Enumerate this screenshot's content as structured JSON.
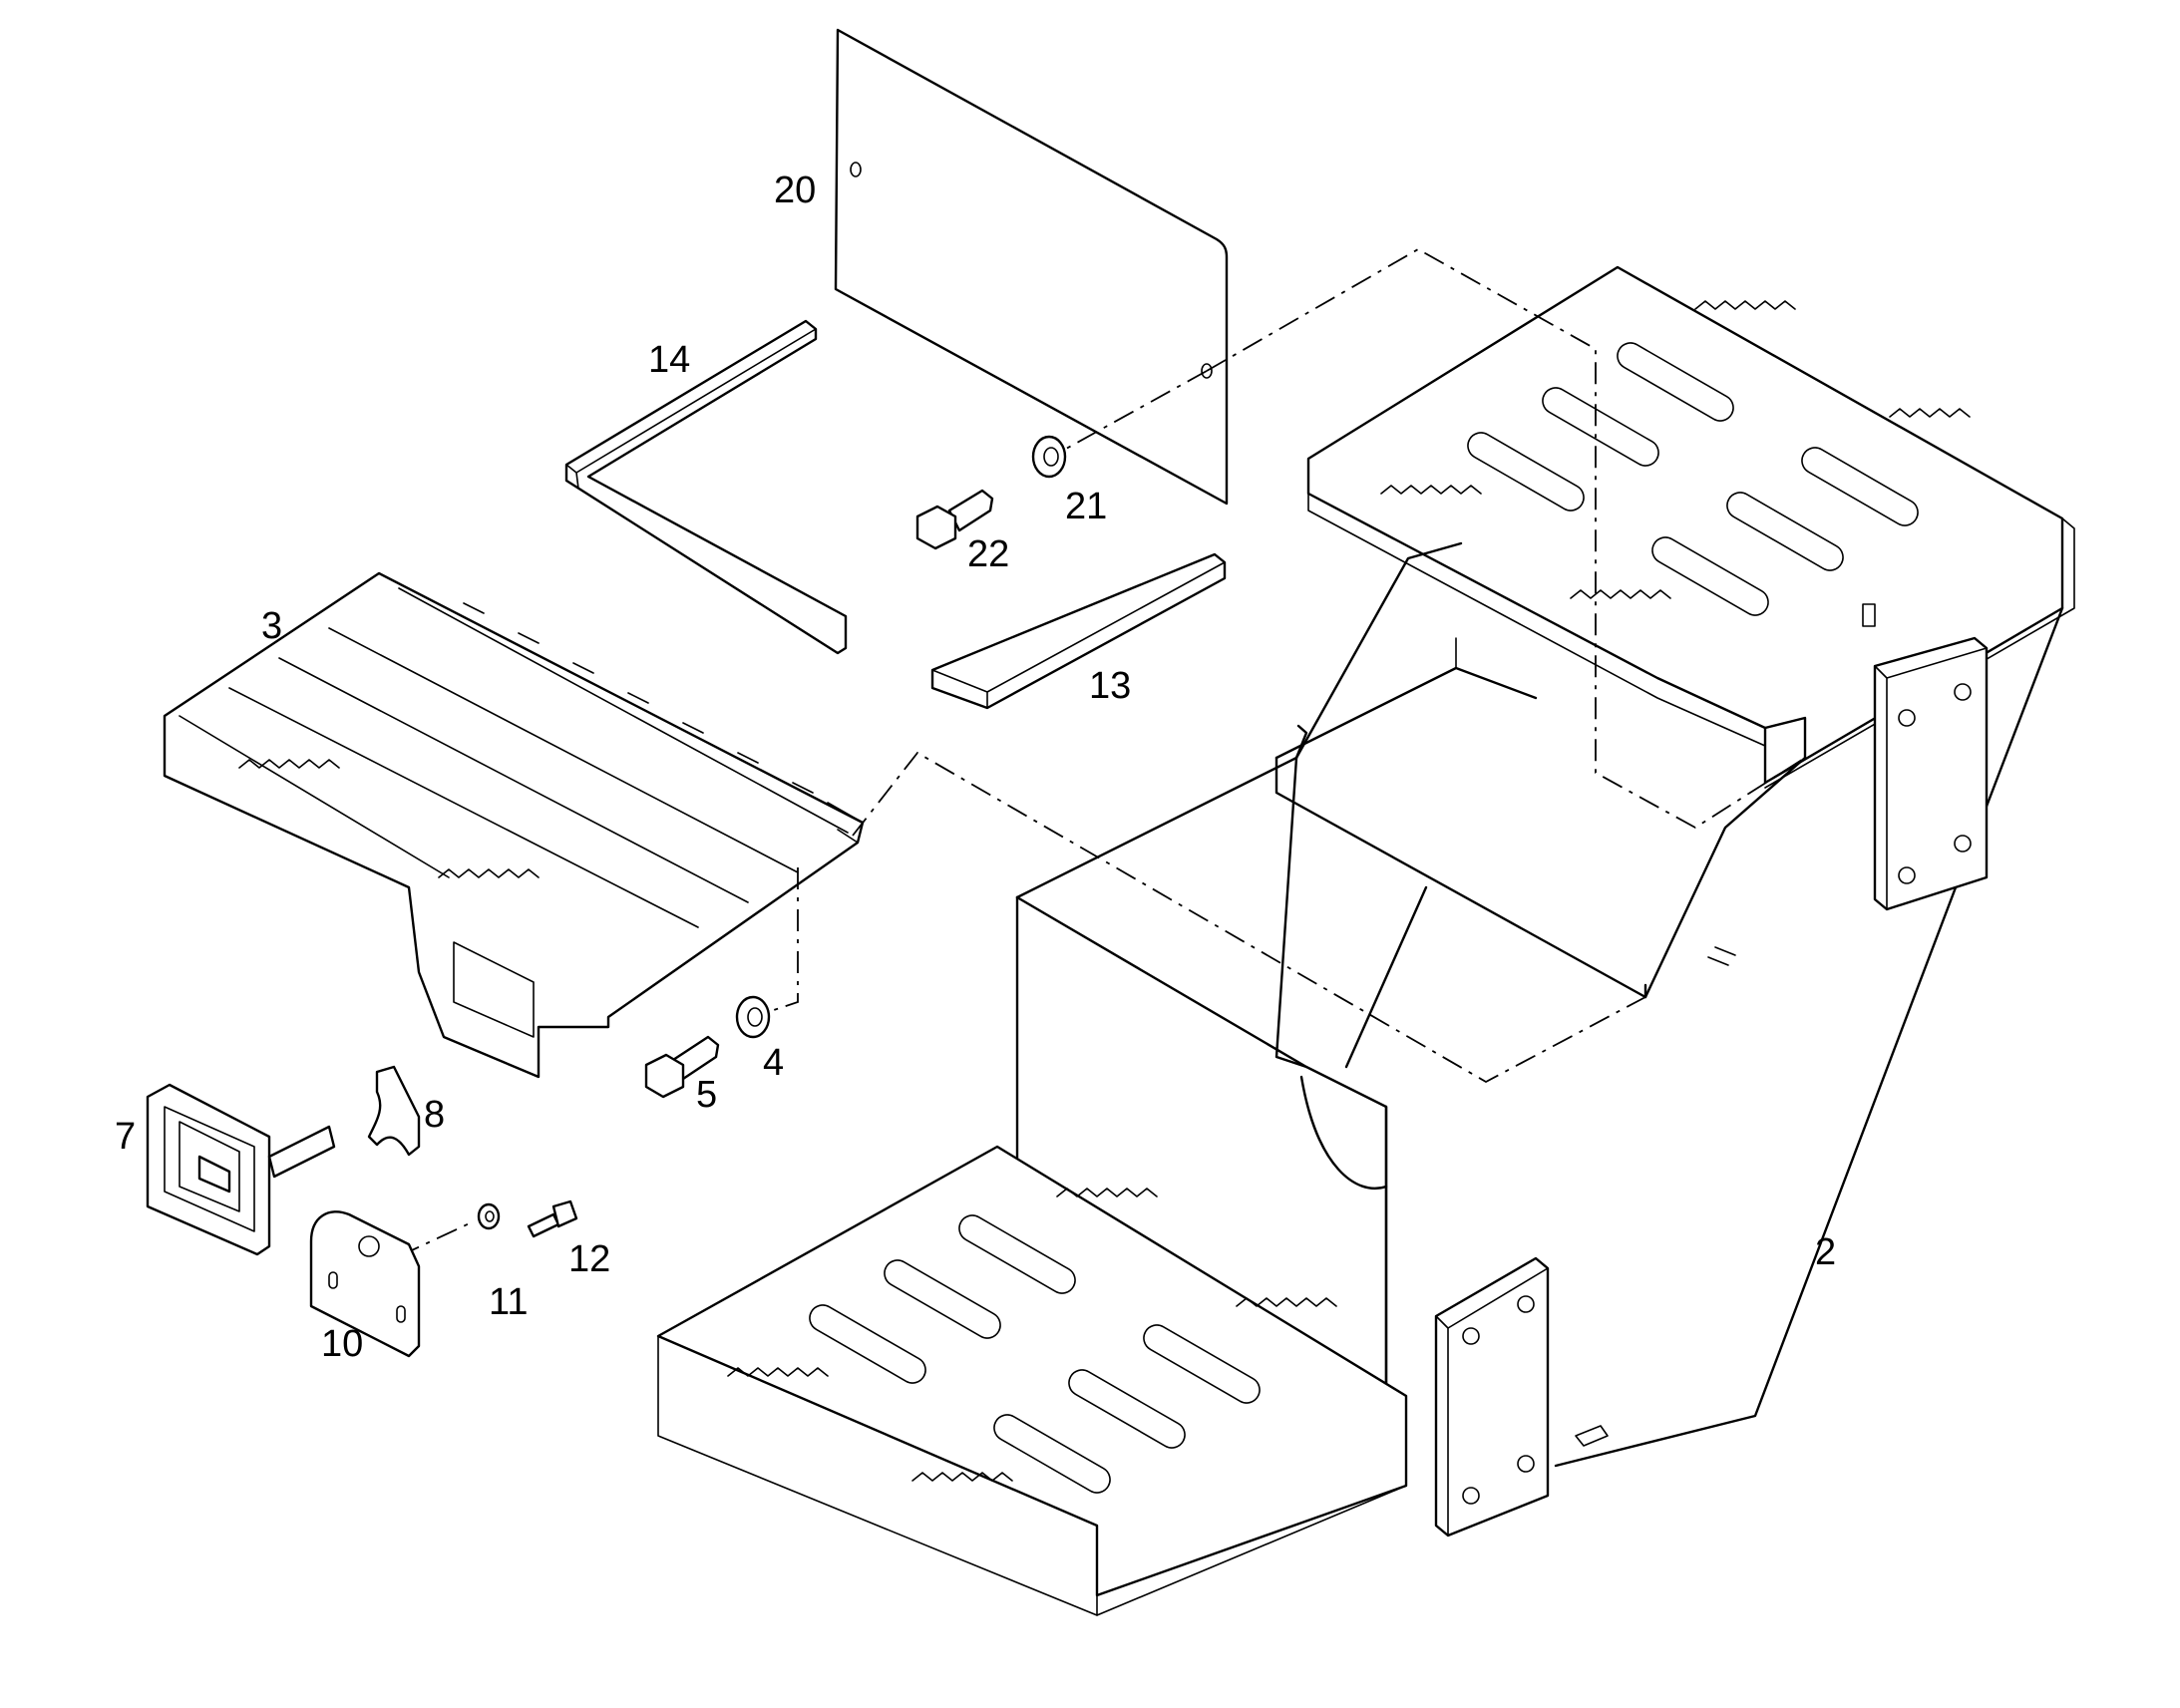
{
  "callouts": {
    "c2": "2",
    "c3": "3",
    "c4": "4",
    "c5": "5",
    "c7": "7",
    "c8": "8",
    "c10": "10",
    "c11": "11",
    "c12": "12",
    "c13": "13",
    "c14": "14",
    "c20": "20",
    "c21": "21",
    "c22": "22"
  }
}
